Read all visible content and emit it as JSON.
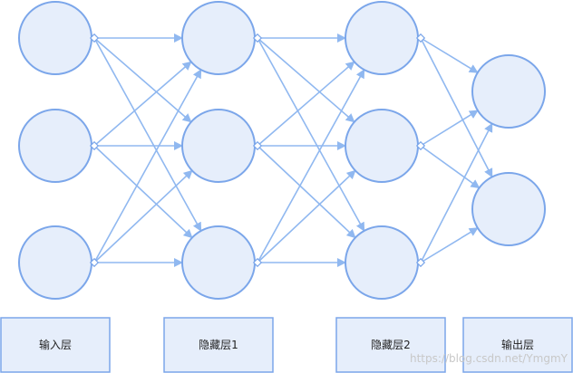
{
  "layers": [
    {
      "label": "输入层",
      "nodes": 3
    },
    {
      "label": "隐藏层1",
      "nodes": 3
    },
    {
      "label": "隐藏层2",
      "nodes": 3
    },
    {
      "label": "输出层",
      "nodes": 2
    }
  ],
  "connections": "fully-connected",
  "colors": {
    "node_fill": "#e6eefb",
    "node_stroke": "#7ba6ea",
    "edge": "#90b8f0"
  },
  "watermark": "https://blog.csdn.net/YmgmY"
}
